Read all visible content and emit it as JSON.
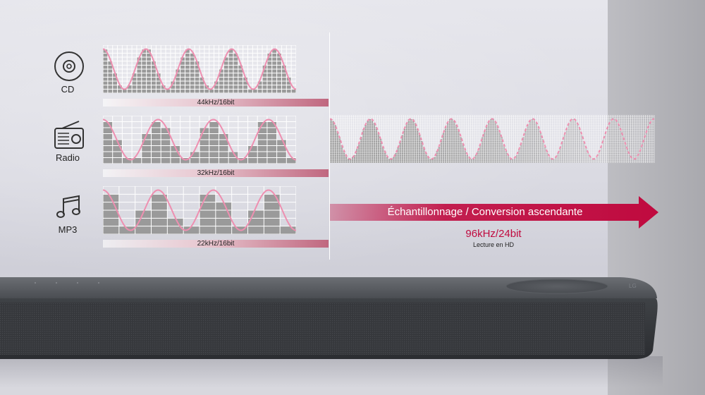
{
  "colors": {
    "accent": "#c00a3f",
    "wave_line": "#ee8fb0",
    "bar_fill": "#9a9a9a",
    "grid_line": "#ffffff"
  },
  "sources": [
    {
      "label": "CD",
      "icon": "cd-icon",
      "rate": "44kHz/16bit"
    },
    {
      "label": "Radio",
      "icon": "radio-icon",
      "rate": "32kHz/16bit"
    },
    {
      "label": "MP3",
      "icon": "music-note-icon",
      "rate": "22kHz/16bit"
    }
  ],
  "upscale": {
    "label": "Échantillonnage / Conversion ascendante",
    "rate": "96kHz/24bit",
    "playback": "Lecture en HD"
  },
  "product": {
    "brand": "LG",
    "device": "soundbar"
  }
}
